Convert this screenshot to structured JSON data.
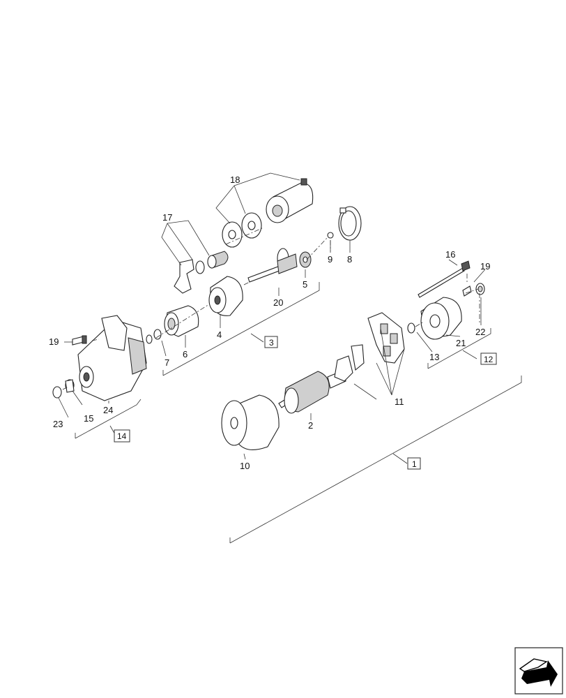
{
  "callouts": {
    "p1": "1",
    "p2": "2",
    "p3": "3",
    "p4": "4",
    "p5": "5",
    "p6": "6",
    "p7": "7",
    "p8": "8",
    "p9": "9",
    "p10": "10",
    "p11": "11",
    "p12": "12",
    "p13": "13",
    "p14": "14",
    "p15": "15",
    "p16": "16",
    "p17": "17",
    "p18": "18",
    "p19a": "19",
    "p19b": "19",
    "p20": "20",
    "p21": "21",
    "p22": "22",
    "p23": "23",
    "p24": "24"
  },
  "nav_icon": "return-arrow-icon"
}
